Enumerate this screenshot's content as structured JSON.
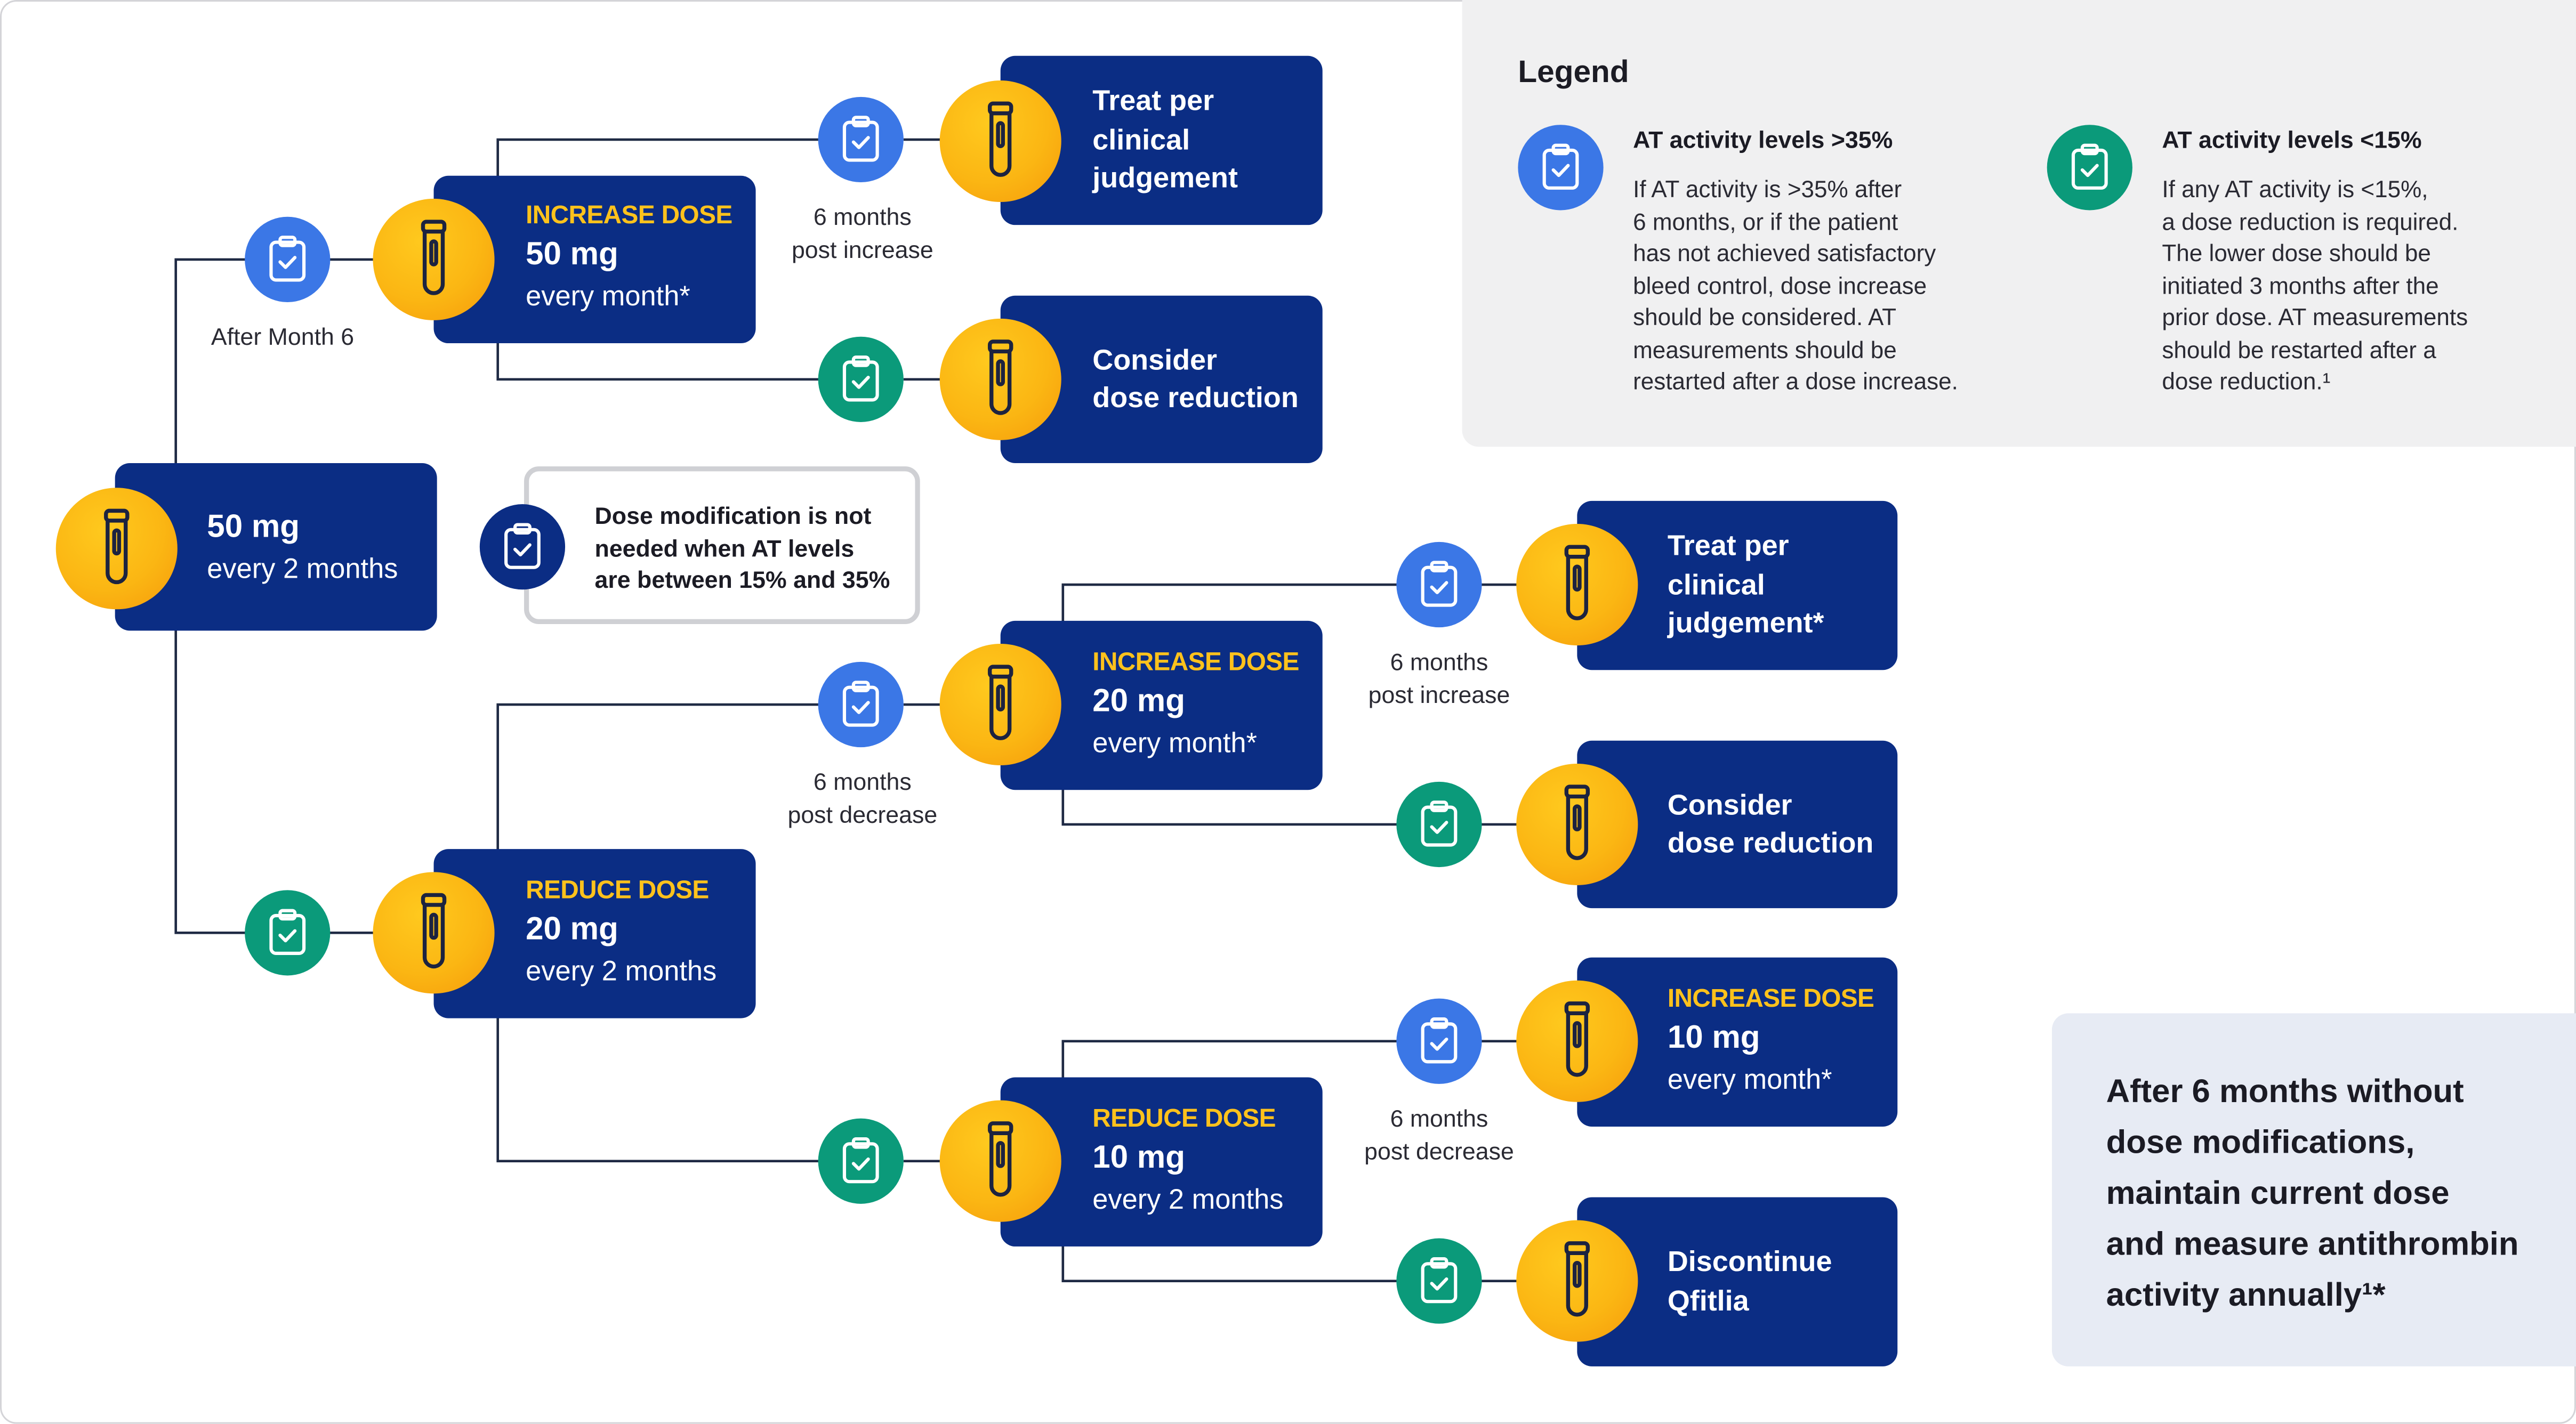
{
  "colors": {
    "navy": "#0b2d84",
    "accent_yellow": "#ffc21c",
    "blue_check": "#3b77e6",
    "green_check": "#0b9a7a",
    "legend_bg": "#f0f0f1",
    "final_bg": "#e7ebf4"
  },
  "icons": {
    "vial": "test-tube-icon",
    "check": "clipboard-check-icon"
  },
  "start": {
    "dose": "50 mg",
    "freq": "every 2 months"
  },
  "after_month6_label": "After Month 6",
  "increase_50": {
    "tag": "INCREASE DOSE",
    "dose": "50 mg",
    "freq": "every month*"
  },
  "reduce_20": {
    "tag": "REDUCE DOSE",
    "dose": "20 mg",
    "freq": "every 2 months"
  },
  "increase_20": {
    "tag": "INCREASE DOSE",
    "dose": "20 mg",
    "freq": "every month*"
  },
  "reduce_10": {
    "tag": "REDUCE DOSE",
    "dose": "10 mg",
    "freq": "every 2 months"
  },
  "increase_10": {
    "tag": "INCREASE DOSE",
    "dose": "10 mg",
    "freq": "every month*"
  },
  "treat_clinical": {
    "lines": [
      "Treat per",
      "clinical",
      "judgement"
    ]
  },
  "treat_clinical_star": {
    "lines": [
      "Treat per",
      "clinical",
      "judgement*"
    ]
  },
  "consider_reduction": {
    "lines": [
      "Consider",
      "dose reduction"
    ]
  },
  "discontinue": {
    "lines": [
      "Discontinue",
      "Qfitlia"
    ]
  },
  "labels": {
    "post_increase": [
      "6 months",
      "post increase"
    ],
    "post_decrease": [
      "6 months",
      "post decrease"
    ]
  },
  "note": {
    "lines": [
      "Dose modification is not",
      "needed when AT levels",
      "are between 15% and 35%"
    ]
  },
  "legend": {
    "title": "Legend",
    "high": {
      "heading": "AT activity levels >35%",
      "lines": [
        "If AT activity is >35% after",
        "6 months, or if the patient",
        "has not achieved satisfactory",
        "bleed control, dose increase",
        "should be considered. AT",
        "measurements should be",
        "restarted after a dose increase."
      ]
    },
    "low": {
      "heading": "AT activity levels <15%",
      "lines": [
        "If any AT activity is <15%,",
        "a dose reduction is required.",
        "The lower dose should be",
        "initiated 3 months after the",
        "prior dose. AT measurements",
        "should be restarted after a",
        "dose reduction.¹"
      ]
    }
  },
  "final_note": {
    "lines": [
      "After 6 months without",
      "dose modifications,",
      "maintain current dose",
      "and measure antithrombin",
      "activity annually¹*"
    ]
  }
}
